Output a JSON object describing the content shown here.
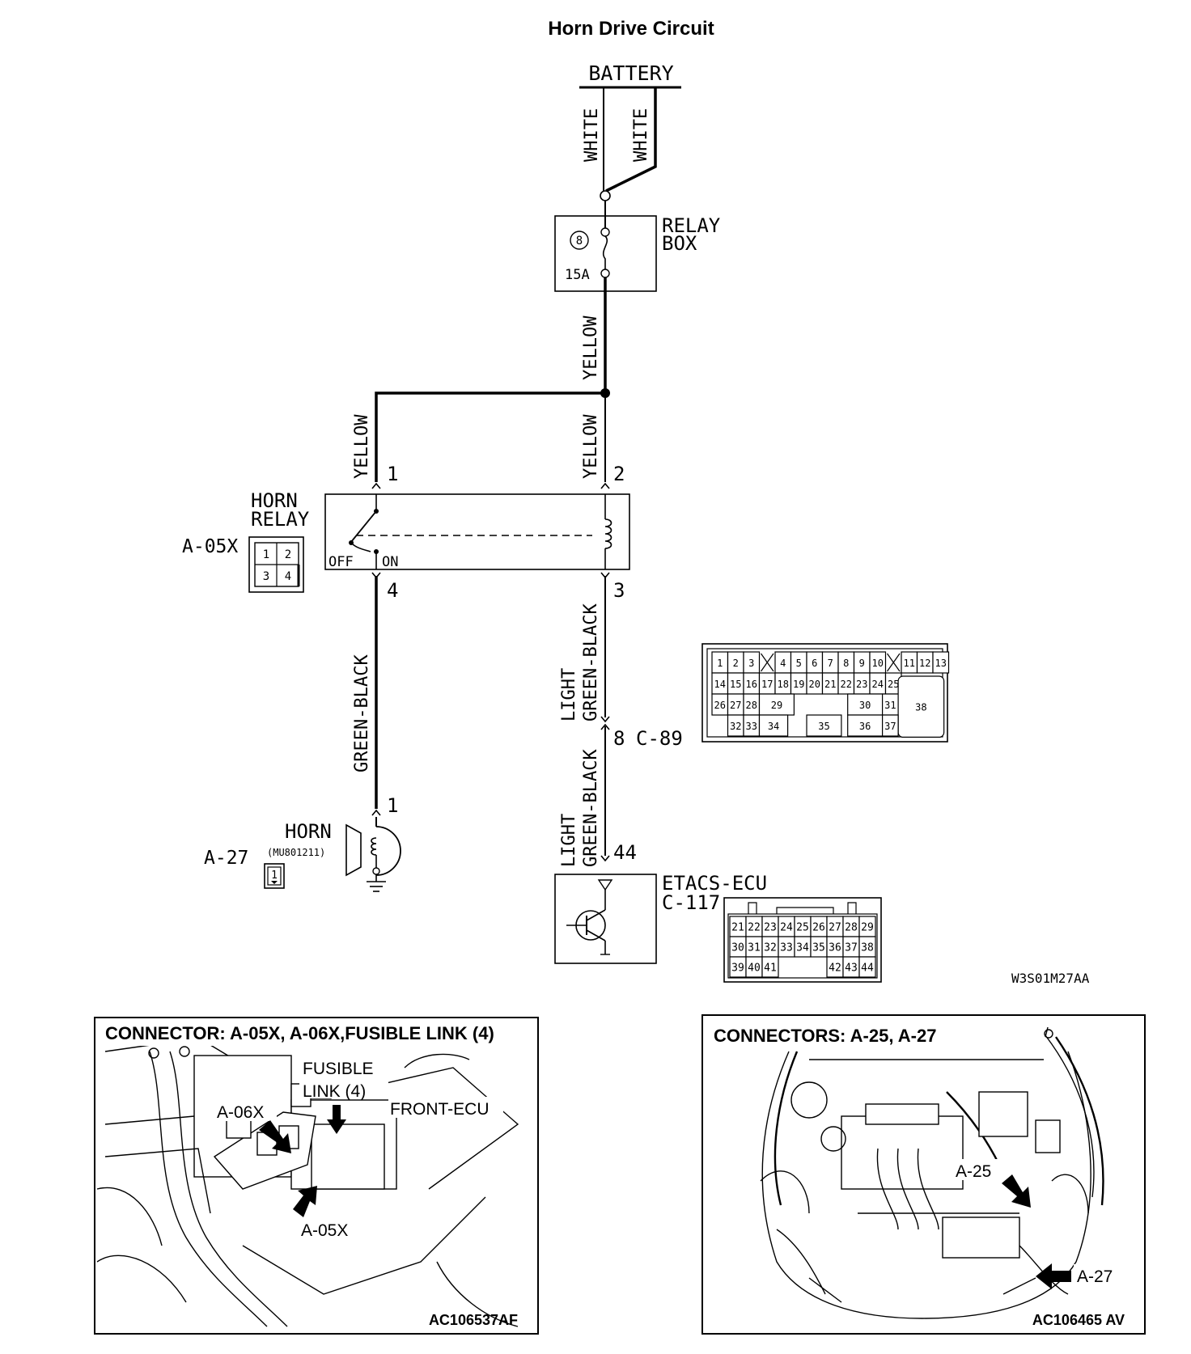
{
  "title": "Horn Drive Circuit",
  "battery": "BATTERY",
  "wires": {
    "white_left": "WHITE",
    "white_right": "WHITE",
    "yellow_main": "YELLOW",
    "yellow_left": "YELLOW",
    "yellow_right": "YELLOW",
    "green_black": "GREEN-BLACK",
    "lgb_upper_1": "LIGHT",
    "lgb_upper_2": "GREEN-BLACK",
    "lgb_lower_1": "LIGHT",
    "lgb_lower_2": "GREEN-BLACK"
  },
  "relay_box": {
    "label_1": "RELAY",
    "label_2": "BOX",
    "fuse_no": "8",
    "fuse_rating": "15A"
  },
  "horn_relay": {
    "label_1": "HORN",
    "label_2": "RELAY",
    "connector": "A-05X",
    "pins": [
      "1",
      "2",
      "3",
      "4"
    ],
    "off": "OFF",
    "on": "ON",
    "pin_1": "1",
    "pin_2": "2",
    "pin_3": "3",
    "pin_4": "4"
  },
  "horn": {
    "label": "HORN",
    "connector": "A-27",
    "part_no": "(MU801211)",
    "pin": "1",
    "conn_pin": "1"
  },
  "junction": {
    "pin": "8",
    "connector": "C-89",
    "rows": [
      [
        "1",
        "2",
        "3",
        "",
        "4",
        "5",
        "6",
        "7",
        "8",
        "9",
        "10",
        "",
        "11",
        "12",
        "13"
      ],
      [
        "14",
        "15",
        "16",
        "17",
        "18",
        "19",
        "20",
        "21",
        "22",
        "23",
        "24",
        "25"
      ],
      [
        "26",
        "27",
        "28",
        "29",
        "30",
        "31",
        "38"
      ],
      [
        "32",
        "33",
        "34",
        "35",
        "36",
        "37"
      ]
    ]
  },
  "etacs": {
    "label": "ETACS-ECU",
    "connector": "C-117",
    "pin": "44",
    "rows": [
      [
        "21",
        "22",
        "23",
        "24",
        "25",
        "26",
        "27",
        "28",
        "29"
      ],
      [
        "30",
        "31",
        "32",
        "33",
        "34",
        "35",
        "36",
        "37",
        "38"
      ],
      [
        "39",
        "40",
        "41",
        "42",
        "43",
        "44"
      ]
    ]
  },
  "code": "W3S01M27AA",
  "photo_left": {
    "title": "CONNECTOR: A-05X, A-06X,FUSIBLE LINK (4)",
    "label_fusible_1": "FUSIBLE",
    "label_fusible_2": "LINK (4)",
    "label_a06x": "A-06X",
    "label_front_ecu": "FRONT-ECU",
    "label_a05x": "A-05X",
    "code": "AC106537AF"
  },
  "photo_right": {
    "title": "CONNECTORS: A-25, A-27",
    "label_a25": "A-25",
    "label_a27": "A-27",
    "code": "AC106465 AV"
  }
}
